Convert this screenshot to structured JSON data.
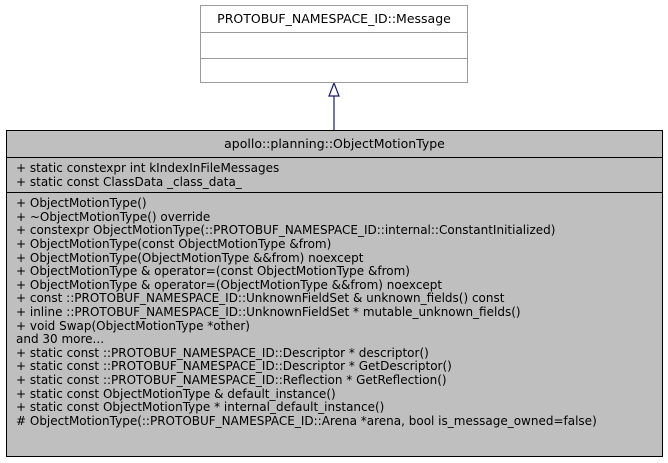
{
  "parent": {
    "title": "PROTOBUF_NAMESPACE_ID::Message"
  },
  "class": {
    "title": "apollo::planning::ObjectMotionType",
    "attributes": [
      "+ static constexpr int kIndexInFileMessages",
      "+ static const ClassData _class_data_"
    ],
    "methods": [
      "+ ObjectMotionType()",
      "+ ~ObjectMotionType() override",
      "+ constexpr ObjectMotionType(::PROTOBUF_NAMESPACE_ID::internal::ConstantInitialized)",
      "+ ObjectMotionType(const ObjectMotionType &from)",
      "+ ObjectMotionType(ObjectMotionType &&from) noexcept",
      "+ ObjectMotionType & operator=(const ObjectMotionType &from)",
      "+ ObjectMotionType & operator=(ObjectMotionType &&from) noexcept",
      "+ const ::PROTOBUF_NAMESPACE_ID::UnknownFieldSet & unknown_fields() const",
      "+ inline ::PROTOBUF_NAMESPACE_ID::UnknownFieldSet * mutable_unknown_fields()",
      "+ void Swap(ObjectMotionType *other)",
      "and 30 more...",
      "+ static const ::PROTOBUF_NAMESPACE_ID::Descriptor * descriptor()",
      "+ static const ::PROTOBUF_NAMESPACE_ID::Descriptor * GetDescriptor()",
      "+ static const ::PROTOBUF_NAMESPACE_ID::Reflection * GetReflection()",
      "+ static const ObjectMotionType & default_instance()",
      "+ static const ObjectMotionType * internal_default_instance()",
      "# ObjectMotionType(::PROTOBUF_NAMESPACE_ID::Arena *arena, bool is_message_owned=false)"
    ]
  },
  "colors": {
    "class_fill": "#bfbfbf",
    "parent_border": "#9a9a9a",
    "arrow": "#191970"
  },
  "relation": "inheritance"
}
